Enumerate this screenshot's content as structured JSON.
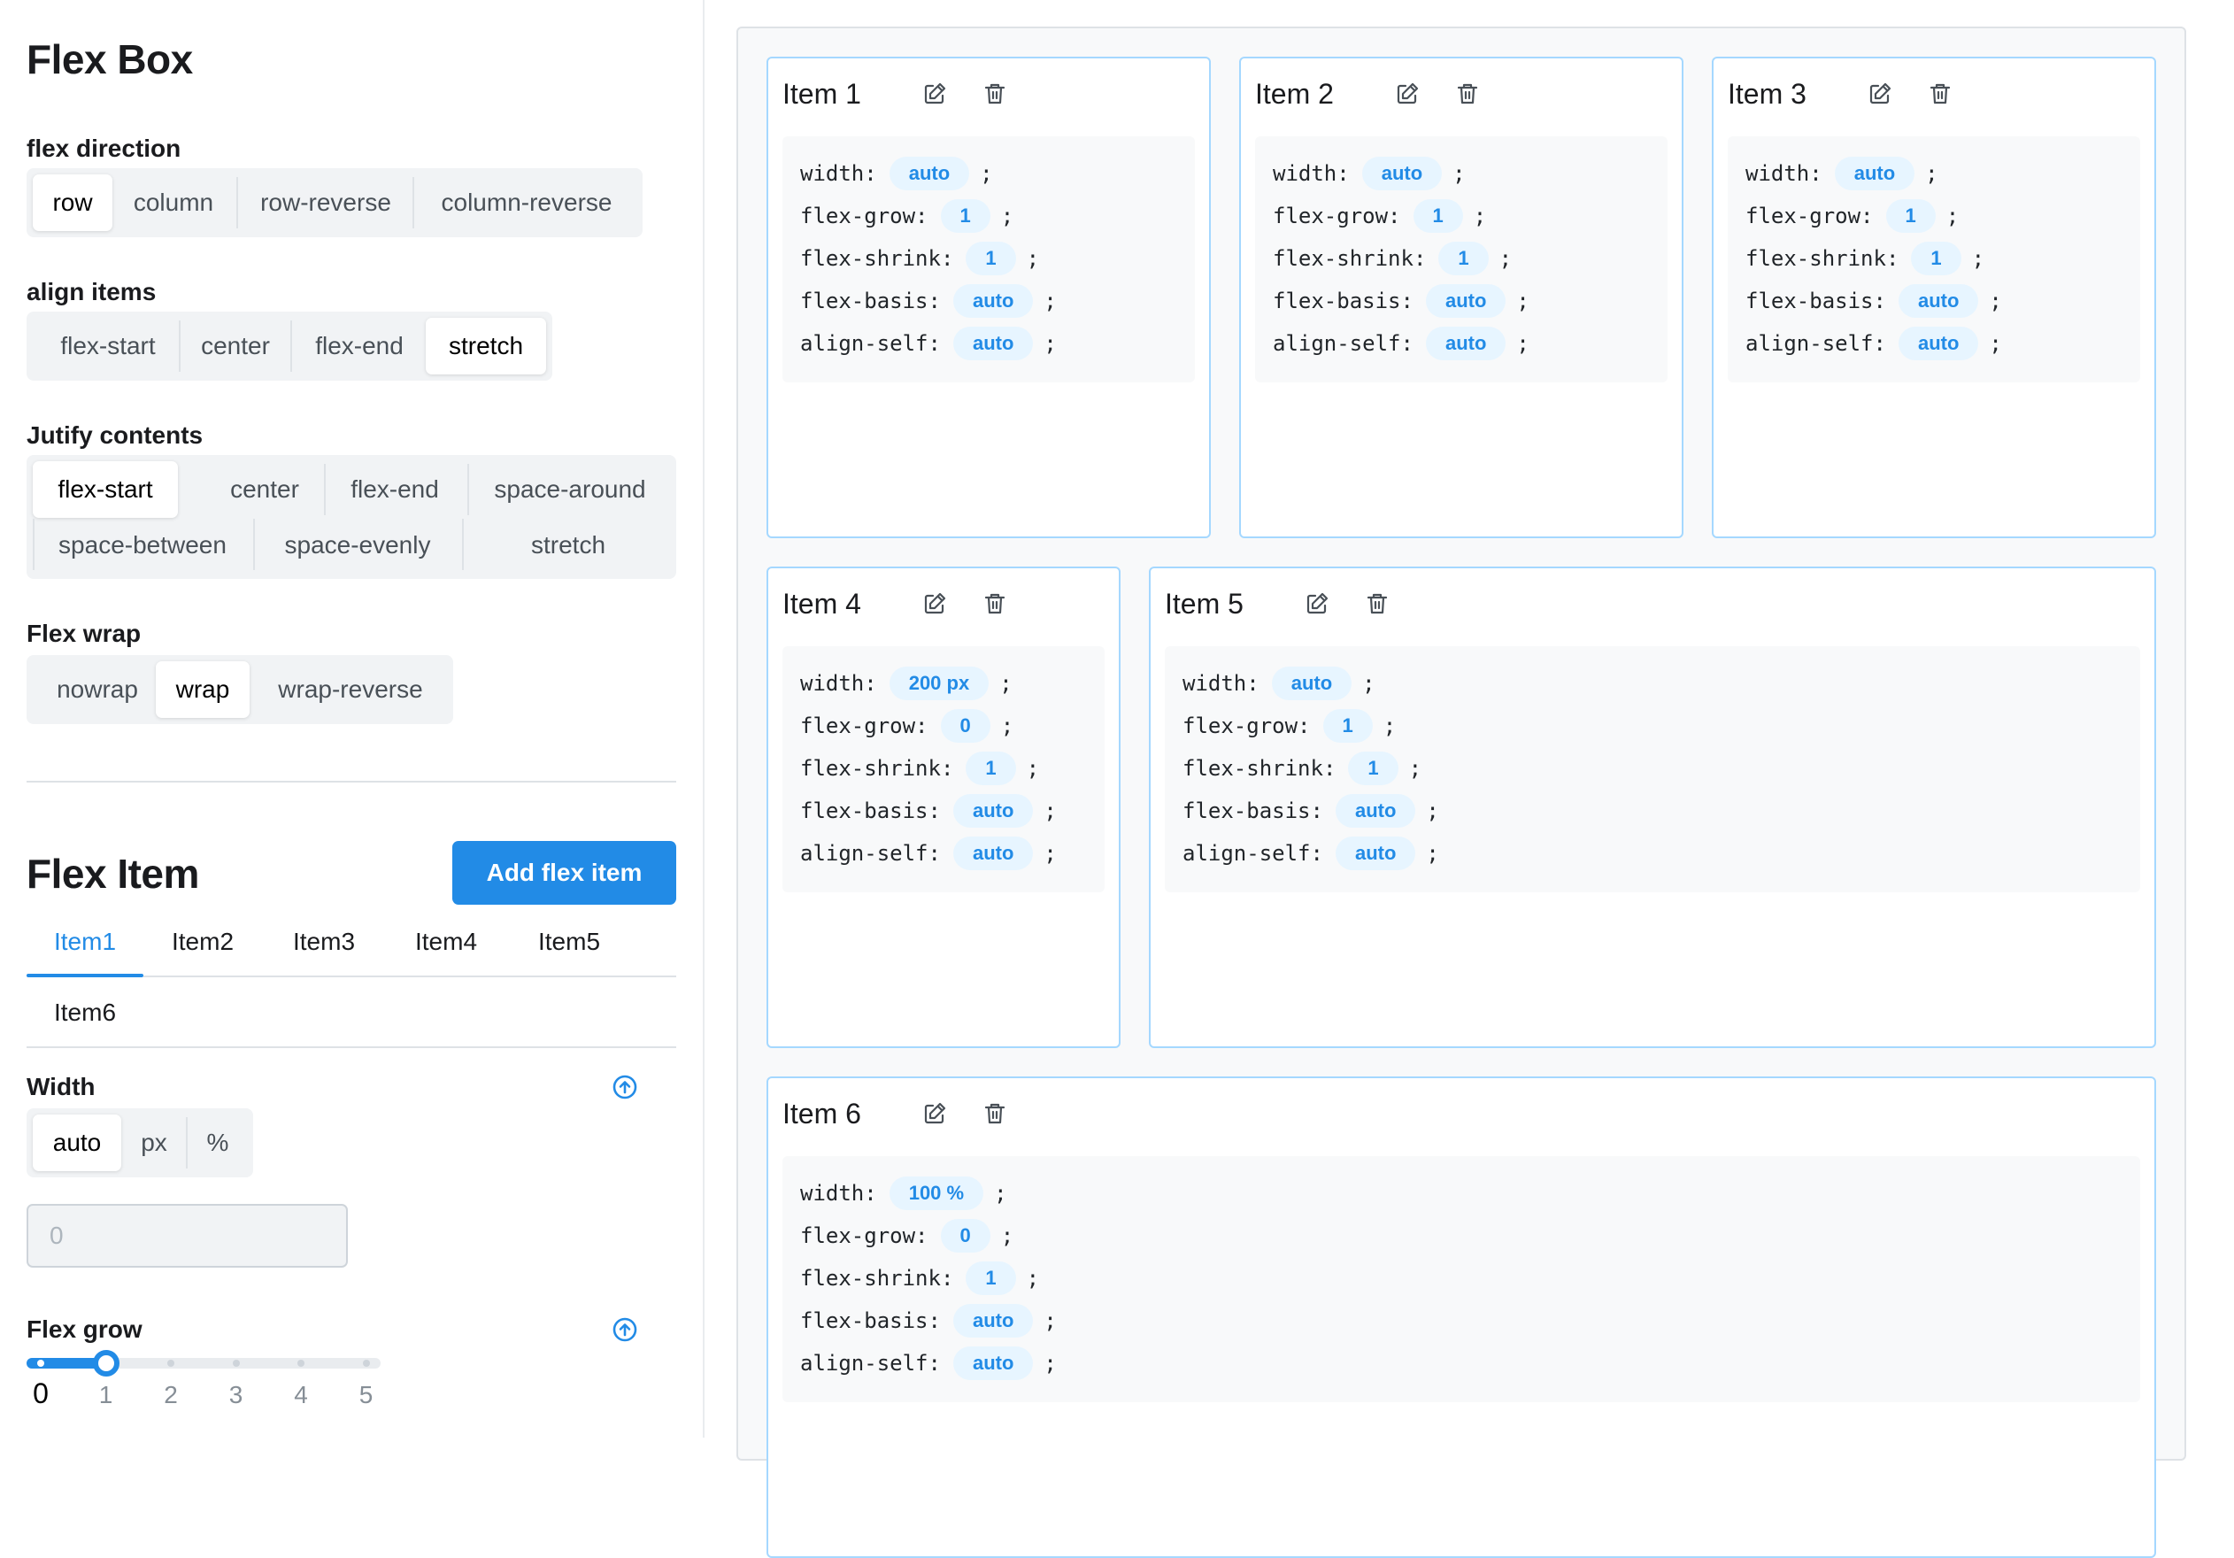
{
  "sidebar": {
    "title": "Flex Box",
    "flex_direction": {
      "label": "flex direction",
      "options": [
        "row",
        "column",
        "row-reverse",
        "column-reverse"
      ],
      "selected": "row"
    },
    "align_items": {
      "label": "align items",
      "options": [
        "flex-start",
        "center",
        "flex-end",
        "stretch"
      ],
      "selected": "stretch"
    },
    "justify_contents": {
      "label": "Jutify contents",
      "options": [
        "flex-start",
        "center",
        "flex-end",
        "space-around",
        "space-between",
        "space-evenly",
        "stretch"
      ],
      "selected": "flex-start"
    },
    "flex_wrap": {
      "label": "Flex wrap",
      "options": [
        "nowrap",
        "wrap",
        "wrap-reverse"
      ],
      "selected": "wrap"
    },
    "flex_item_title": "Flex Item",
    "add_button_label": "Add flex item",
    "item_tabs": [
      "Item1",
      "Item2",
      "Item3",
      "Item4",
      "Item5",
      "Item6"
    ],
    "active_tab": "Item1",
    "width": {
      "label": "Width",
      "units": [
        "auto",
        "px",
        "%"
      ],
      "selected_unit": "auto",
      "input_placeholder": "0"
    },
    "flex_grow": {
      "label": "Flex grow",
      "marks": [
        "0",
        "1",
        "2",
        "3",
        "4",
        "5"
      ],
      "value": 1
    }
  },
  "items": [
    {
      "title": "Item 1",
      "props": [
        [
          "width:",
          "auto"
        ],
        [
          "flex-grow:",
          "1"
        ],
        [
          "flex-shrink:",
          "1"
        ],
        [
          "flex-basis:",
          "auto"
        ],
        [
          "align-self:",
          "auto"
        ]
      ]
    },
    {
      "title": "Item 2",
      "props": [
        [
          "width:",
          "auto"
        ],
        [
          "flex-grow:",
          "1"
        ],
        [
          "flex-shrink:",
          "1"
        ],
        [
          "flex-basis:",
          "auto"
        ],
        [
          "align-self:",
          "auto"
        ]
      ]
    },
    {
      "title": "Item 3",
      "props": [
        [
          "width:",
          "auto"
        ],
        [
          "flex-grow:",
          "1"
        ],
        [
          "flex-shrink:",
          "1"
        ],
        [
          "flex-basis:",
          "auto"
        ],
        [
          "align-self:",
          "auto"
        ]
      ]
    },
    {
      "title": "Item 4",
      "props": [
        [
          "width:",
          "200 px"
        ],
        [
          "flex-grow:",
          "0"
        ],
        [
          "flex-shrink:",
          "1"
        ],
        [
          "flex-basis:",
          "auto"
        ],
        [
          "align-self:",
          "auto"
        ]
      ]
    },
    {
      "title": "Item 5",
      "props": [
        [
          "width:",
          "auto"
        ],
        [
          "flex-grow:",
          "1"
        ],
        [
          "flex-shrink:",
          "1"
        ],
        [
          "flex-basis:",
          "auto"
        ],
        [
          "align-self:",
          "auto"
        ]
      ]
    },
    {
      "title": "Item 6",
      "props": [
        [
          "width:",
          "100 %"
        ],
        [
          "flex-grow:",
          "0"
        ],
        [
          "flex-shrink:",
          "1"
        ],
        [
          "flex-basis:",
          "auto"
        ],
        [
          "align-self:",
          "auto"
        ]
      ]
    }
  ],
  "colors": {
    "accent": "#228be6",
    "badge_bg": "#e7f5ff",
    "card_border": "#a5d8ff"
  },
  "icons": {
    "edit": "edit-icon",
    "delete": "trash-icon",
    "collapse": "circle-arrow-up-icon"
  }
}
